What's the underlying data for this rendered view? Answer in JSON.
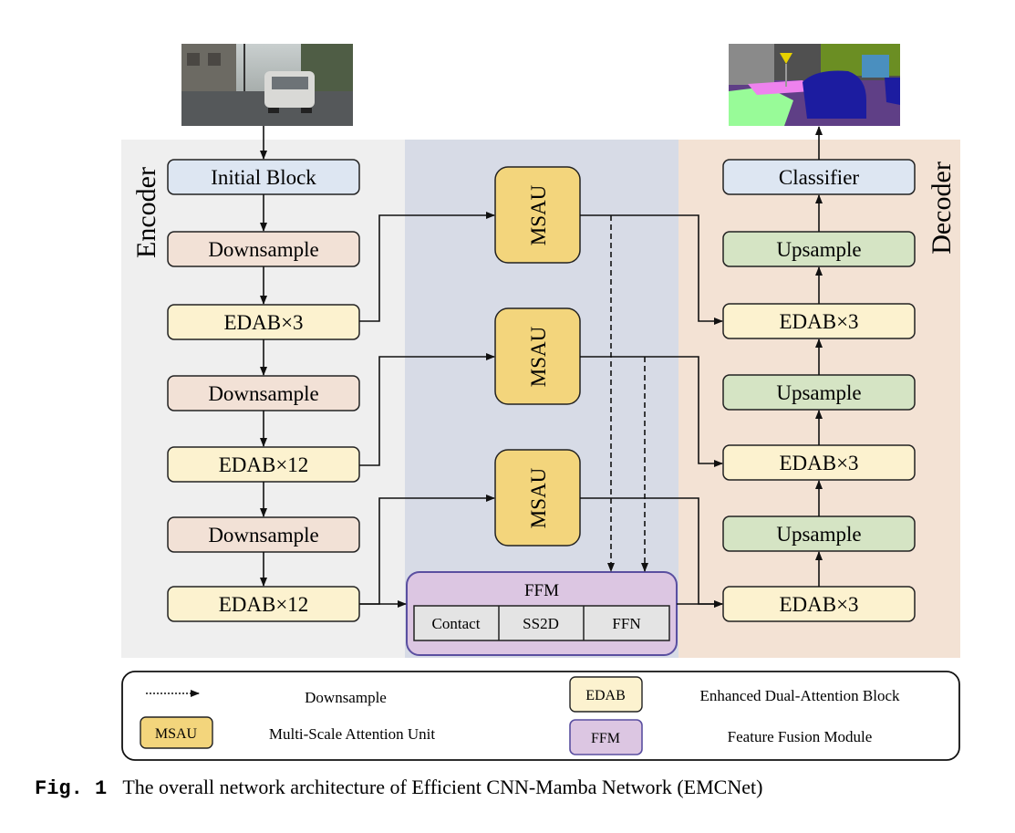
{
  "regions": {
    "encoder_label": "Encoder",
    "decoder_label": "Decoder"
  },
  "encoder": {
    "initial_block": "Initial Block",
    "downsample_1": "Downsample",
    "edab_1": "EDAB×3",
    "downsample_2": "Downsample",
    "edab_2": "EDAB×12",
    "downsample_3": "Downsample",
    "edab_3": "EDAB×12"
  },
  "bridge": {
    "msau_1": "MSAU",
    "msau_2": "MSAU",
    "msau_3": "MSAU",
    "ffm_title": "FFM",
    "ffm_parts": [
      "Contact",
      "SS2D",
      "FFN"
    ]
  },
  "decoder": {
    "classifier": "Classifier",
    "upsample_1": "Upsample",
    "edab_1": "EDAB×3",
    "upsample_2": "Upsample",
    "edab_2": "EDAB×3",
    "upsample_3": "Upsample",
    "edab_3": "EDAB×3"
  },
  "legend": {
    "downsample_desc": "Downsample",
    "msau_key": "MSAU",
    "msau_desc": "Multi-Scale Attention Unit",
    "edab_key": "EDAB",
    "edab_desc": "Enhanced Dual-Attention Block",
    "ffm_key": "FFM",
    "ffm_desc": "Feature Fusion Module"
  },
  "caption": {
    "label": "Fig. 1",
    "text": "The overall network architecture of Efficient CNN-Mamba Network (EMCNet)"
  },
  "colors": {
    "encoder_bg": "#efefef",
    "middle_bg": "#d7dbe6",
    "decoder_bg": "#f3e2d4",
    "initial_block": "#dde6f2",
    "downsample": "#f2e1d6",
    "edab": "#fcf2cf",
    "msau": "#f3d57c",
    "upsample": "#d5e4c4",
    "ffm": "#dcc6e2",
    "ffm_cell": "#e4e4e4"
  },
  "images": {
    "input_photo": "street-scene-photo",
    "output_segmentation": "segmentation-map"
  }
}
